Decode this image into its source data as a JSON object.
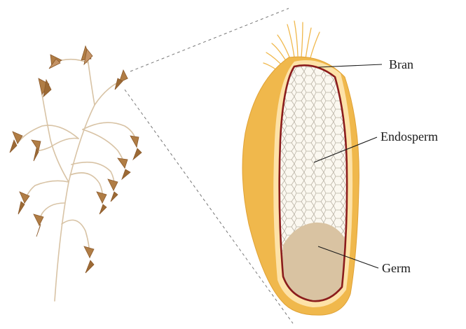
{
  "labels": {
    "bran": "Bran",
    "endosperm": "Endosperm",
    "germ": "Germ"
  },
  "colors": {
    "plant_stem": "#d8c3a5",
    "spikelet": "#b07d45",
    "spikelet_dark": "#8c5a2b",
    "husk": "#f0b84c",
    "husk_shadow": "#e0a236",
    "bran_layer": "#fde2a8",
    "bran_outline": "#8b1c1c",
    "endosperm_fill": "#fbf8f0",
    "endosperm_cells": "#b9b2a4",
    "germ": "#d9c3a2",
    "leader_line": "#1a1a1a",
    "zoom_line": "#777777"
  }
}
